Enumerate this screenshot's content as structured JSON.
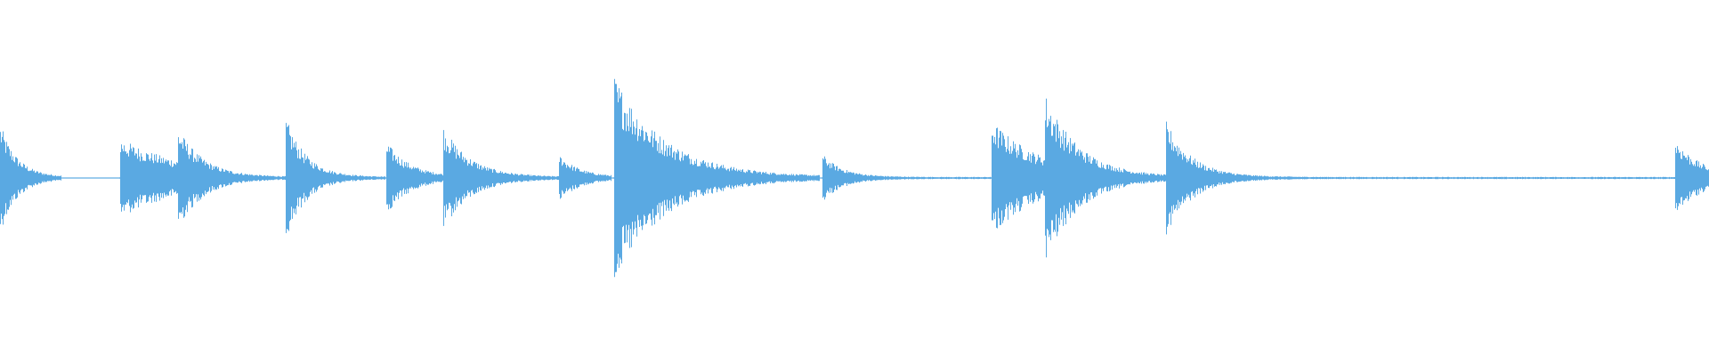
{
  "waveform": {
    "color": "#5aa9e2",
    "background": "#ffffff",
    "duration_fraction_end": 1.0,
    "baseline_level": 0.0,
    "onsets": [
      {
        "t": 0.0,
        "amp": 0.3,
        "decay": 0.01,
        "tail": 0.035
      },
      {
        "t": 0.07,
        "amp": 0.22,
        "decay": 0.04,
        "tail": 0.034
      },
      {
        "t": 0.104,
        "amp": 0.28,
        "decay": 0.015,
        "tail": 0.064
      },
      {
        "t": 0.167,
        "amp": 0.34,
        "decay": 0.012,
        "tail": 0.058
      },
      {
        "t": 0.226,
        "amp": 0.2,
        "decay": 0.014,
        "tail": 0.033
      },
      {
        "t": 0.259,
        "amp": 0.29,
        "decay": 0.016,
        "tail": 0.068
      },
      {
        "t": 0.327,
        "amp": 0.13,
        "decay": 0.012,
        "tail": 0.03
      },
      {
        "t": 0.359,
        "amp": 0.58,
        "decay": 0.03,
        "tail": 0.12
      },
      {
        "t": 0.481,
        "amp": 0.13,
        "decay": 0.012,
        "tail": 0.098
      },
      {
        "t": 0.58,
        "amp": 0.32,
        "decay": 0.03,
        "tail": 0.031
      },
      {
        "t": 0.611,
        "amp": 0.48,
        "decay": 0.02,
        "tail": 0.071
      },
      {
        "t": 0.682,
        "amp": 0.32,
        "decay": 0.015,
        "tail": 0.298
      },
      {
        "t": 0.98,
        "amp": 0.22,
        "decay": 0.015,
        "tail": 0.02
      }
    ]
  }
}
